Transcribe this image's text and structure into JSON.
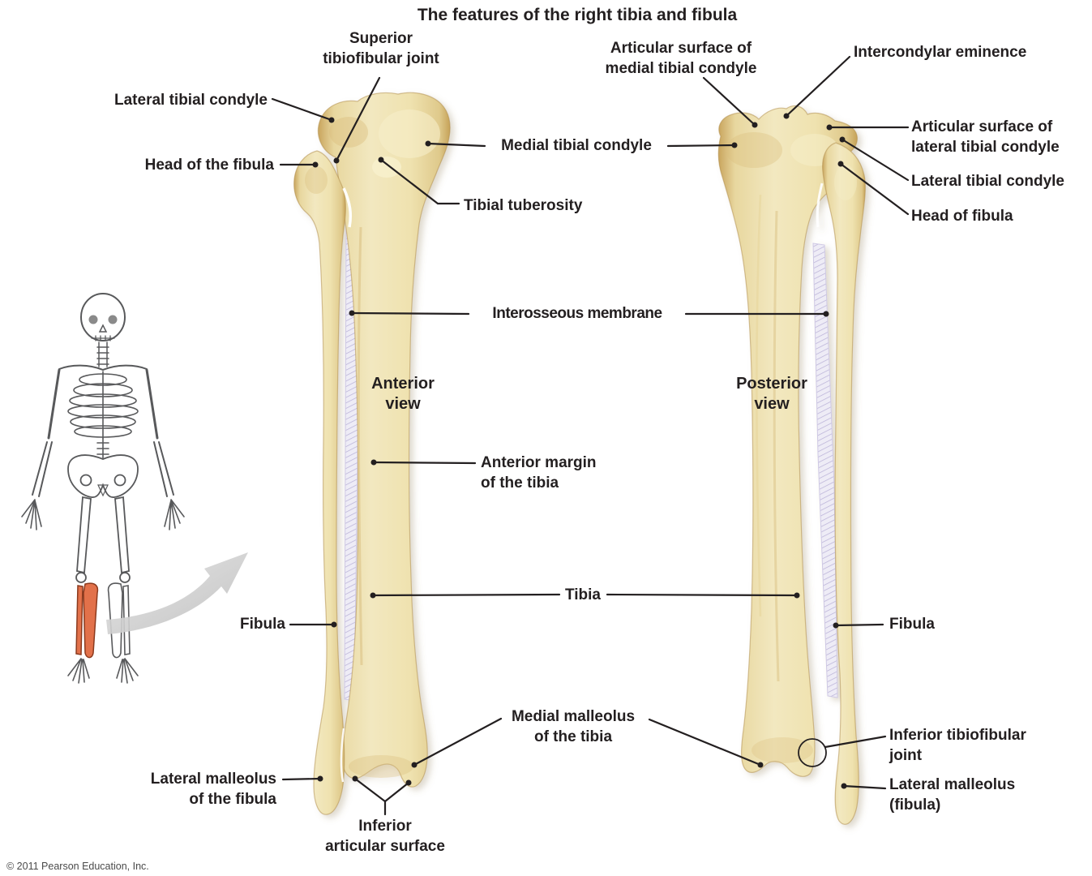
{
  "title": "The features of the right tibia and fibula",
  "copyright": "© 2011 Pearson Education, Inc.",
  "views": {
    "anterior": "Anterior\nview",
    "posterior": "Posterior\nview"
  },
  "labels": {
    "superior_tibiofibular_joint": "Superior\ntibiofibular joint",
    "lateral_tibial_condyle_left": "Lateral tibial condyle",
    "head_of_the_fibula": "Head of the fibula",
    "medial_tibial_condyle": "Medial tibial condyle",
    "tibial_tuberosity": "Tibial tuberosity",
    "interosseous_membrane": "Interosseous membrane",
    "anterior_margin": "Anterior margin\nof the tibia",
    "tibia": "Tibia",
    "fibula_left": "Fibula",
    "fibula_right": "Fibula",
    "medial_malleolus": "Medial malleolus\nof the tibia",
    "lateral_malleolus_left": "Lateral malleolus\nof the fibula",
    "inferior_articular_surface": "Inferior\narticular surface",
    "articular_surface_medial": "Articular surface of\nmedial tibial condyle",
    "intercondylar_eminence": "Intercondylar eminence",
    "articular_surface_lateral": "Articular surface of\nlateral tibial condyle",
    "lateral_tibial_condyle_right": "Lateral tibial condyle",
    "head_of_fibula_right": "Head of fibula",
    "inferior_tibiofibular_joint": "Inferior tibiofibular\njoint",
    "lateral_malleolus_right": "Lateral malleolus\n(fibula)"
  },
  "colors": {
    "bone_light": "#F2E8C0",
    "bone_mid": "#EFE2AF",
    "bone_edge": "#C6A258",
    "membrane": "#EEECF6",
    "membrane_hatch": "#B7AFD6",
    "leader_line": "#231F20",
    "leg_highlight": "#E2714A",
    "arrow_gray": "#CFCFCF",
    "skeleton_line": "#58595B"
  }
}
